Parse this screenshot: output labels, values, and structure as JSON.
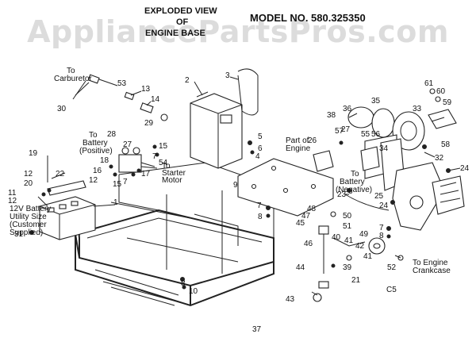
{
  "header": {
    "title_line1": "EXPLODED VIEW",
    "title_line2": "OF",
    "title_line3": "ENGINE BASE",
    "model": "MODEL NO. 580.325350"
  },
  "watermark": "AppliancePartsPros.com",
  "callouts": {
    "to_carburetor": [
      "To",
      "Carburetor"
    ],
    "to_battery_pos": [
      "To",
      "Battery",
      "(Positive)"
    ],
    "to_starter": [
      "To",
      "Starter",
      "Motor"
    ],
    "part_of_engine": [
      "Part of",
      "Engine"
    ],
    "to_battery_neg": [
      "To",
      "Battery",
      "(Negative)"
    ],
    "battery_note": [
      "12V Battery",
      "Utility Size",
      "(Customer",
      "Supplied)"
    ],
    "to_engine_crankcase": [
      "To Engine",
      "Crankcase"
    ]
  },
  "part_numbers": [
    "1",
    "2",
    "3",
    "4",
    "5",
    "6",
    "7",
    "8",
    "9",
    "10",
    "11",
    "12",
    "13",
    "14",
    "15",
    "16",
    "17",
    "18",
    "19",
    "20",
    "21",
    "22",
    "23",
    "24",
    "25",
    "26",
    "27",
    "28",
    "29",
    "30",
    "31",
    "32",
    "33",
    "34",
    "35",
    "36",
    "37",
    "38",
    "39",
    "40",
    "41",
    "42",
    "43",
    "44",
    "45",
    "46",
    "47",
    "48",
    "49",
    "50",
    "51",
    "52",
    "53",
    "54",
    "55",
    "56",
    "57",
    "58",
    "59",
    "60",
    "61",
    "C5"
  ]
}
